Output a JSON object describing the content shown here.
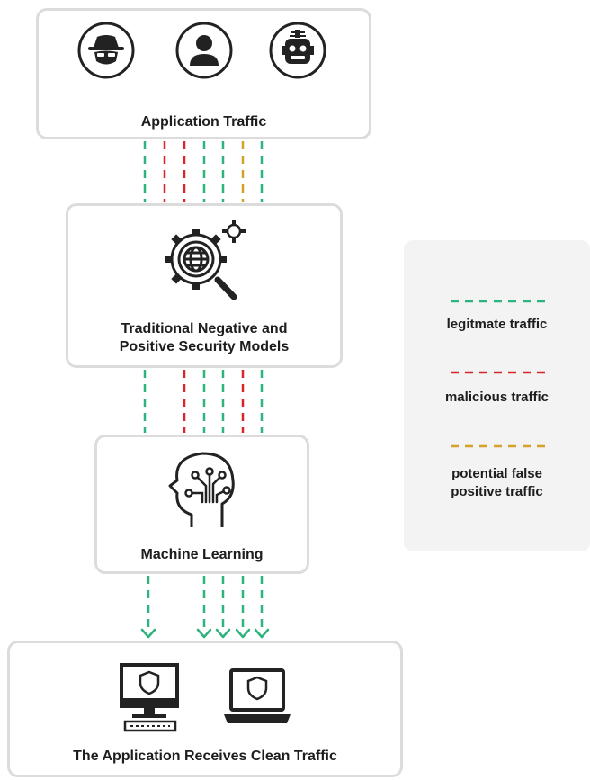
{
  "colors": {
    "legitimate": "#2fb37c",
    "malicious": "#d9242c",
    "false_positive": "#d4a12a",
    "icon": "#222222",
    "border": "#dcdcdc",
    "legend_bg": "#f3f3f3"
  },
  "boxes": {
    "application_traffic": {
      "label": "Application Traffic",
      "icons": [
        "hacker-icon",
        "user-icon",
        "robot-icon"
      ]
    },
    "security_models": {
      "label_line1": "Traditional Negative and",
      "label_line2": "Positive Security Models",
      "icon": "globe-gear-magnifier-icon"
    },
    "machine_learning": {
      "label": "Machine Learning",
      "icon": "brain-circuit-head-icon"
    },
    "clean_traffic": {
      "label": "The Application Receives Clean Traffic",
      "icons": [
        "desktop-shield-icon",
        "laptop-shield-icon"
      ]
    }
  },
  "legend": {
    "items": [
      {
        "label": "legitmate traffic",
        "color": "#2fb37c"
      },
      {
        "label": "malicious traffic",
        "color": "#d9242c"
      },
      {
        "label_line1": "potential false",
        "label_line2": "positive traffic",
        "color": "#d4a12a"
      }
    ]
  }
}
